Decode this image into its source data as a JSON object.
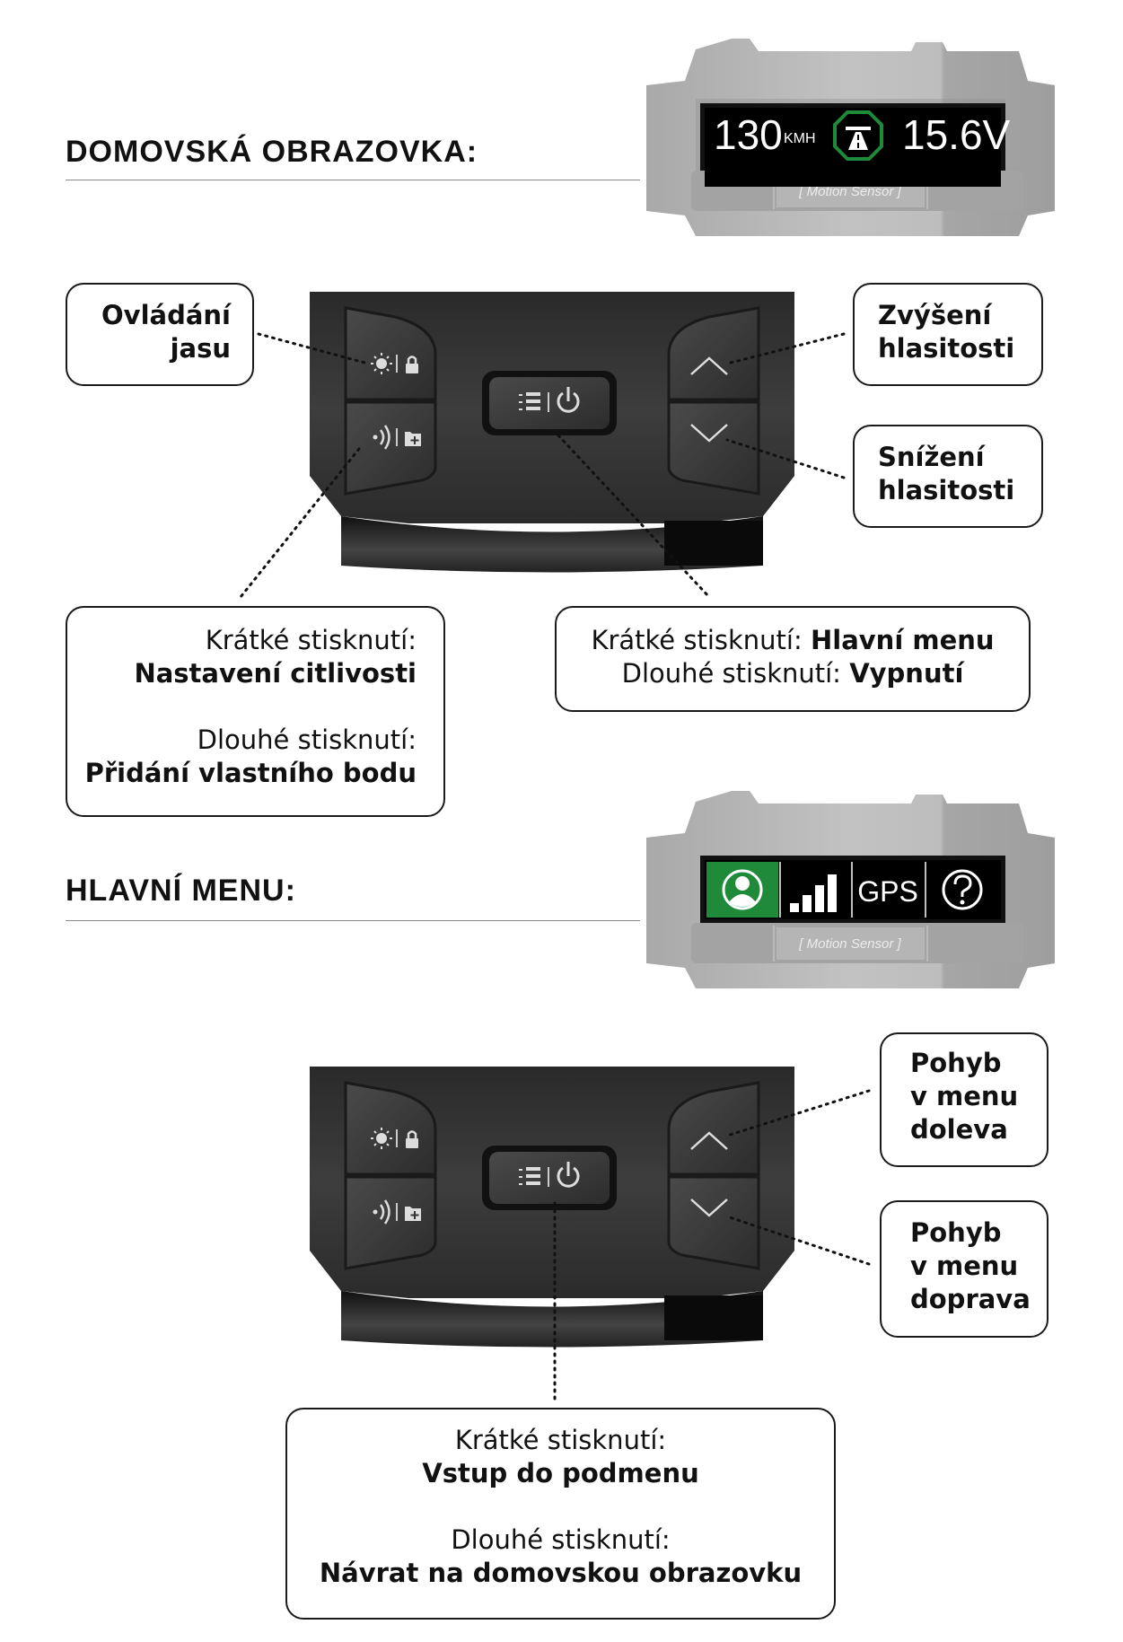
{
  "home": {
    "heading": "DOMOVSKÁ OBRAZOVKA:",
    "display": {
      "speed": "130",
      "speed_unit": "KMH",
      "voltage": "15.6V",
      "sensor_label": "[   Motion Sensor   ]"
    },
    "callouts": {
      "brightness": [
        "Ovládání",
        "jasu"
      ],
      "volume_up": [
        "Zvýšení",
        "hlasitosti"
      ],
      "volume_down": [
        "Snížení",
        "hlasitosti"
      ],
      "sensitivity": {
        "short_label": "Krátké stisknutí:",
        "short_action": "Nastavení citlivosti",
        "long_label": "Dlouhé stisknutí:",
        "long_action": "Přidání vlastního bodu"
      },
      "menu": {
        "short_label": "Krátké stisknutí: ",
        "short_action": "Hlavní menu",
        "long_label": "Dlouhé stisknutí: ",
        "long_action": "Vypnutí"
      }
    }
  },
  "main_menu": {
    "heading": "HLAVNÍ MENU:",
    "display": {
      "gps_label": "GPS",
      "sensor_label": "[   Motion Sensor   ]"
    },
    "callouts": {
      "left": [
        "Pohyb",
        "v menu",
        "doleva"
      ],
      "right": [
        "Pohyb",
        "v menu",
        "doprava"
      ],
      "enter": {
        "short_label": "Krátké stisknutí:",
        "short_action": "Vstup do podmenu",
        "long_label": "Dlouhé stisknutí:",
        "long_action": "Návrat na domovskou obrazovku"
      }
    }
  },
  "colors": {
    "green": "#1e8a3a",
    "device": "#3a3a3a",
    "screen_body": "#b8b8b8"
  },
  "icons": [
    "sun-icon",
    "lock-icon",
    "sound-wave-icon",
    "folder-add-icon",
    "list-icon",
    "power-icon",
    "chevron-up-icon",
    "chevron-down-icon",
    "highway-icon",
    "profile-icon",
    "signal-bars-icon",
    "help-icon"
  ]
}
